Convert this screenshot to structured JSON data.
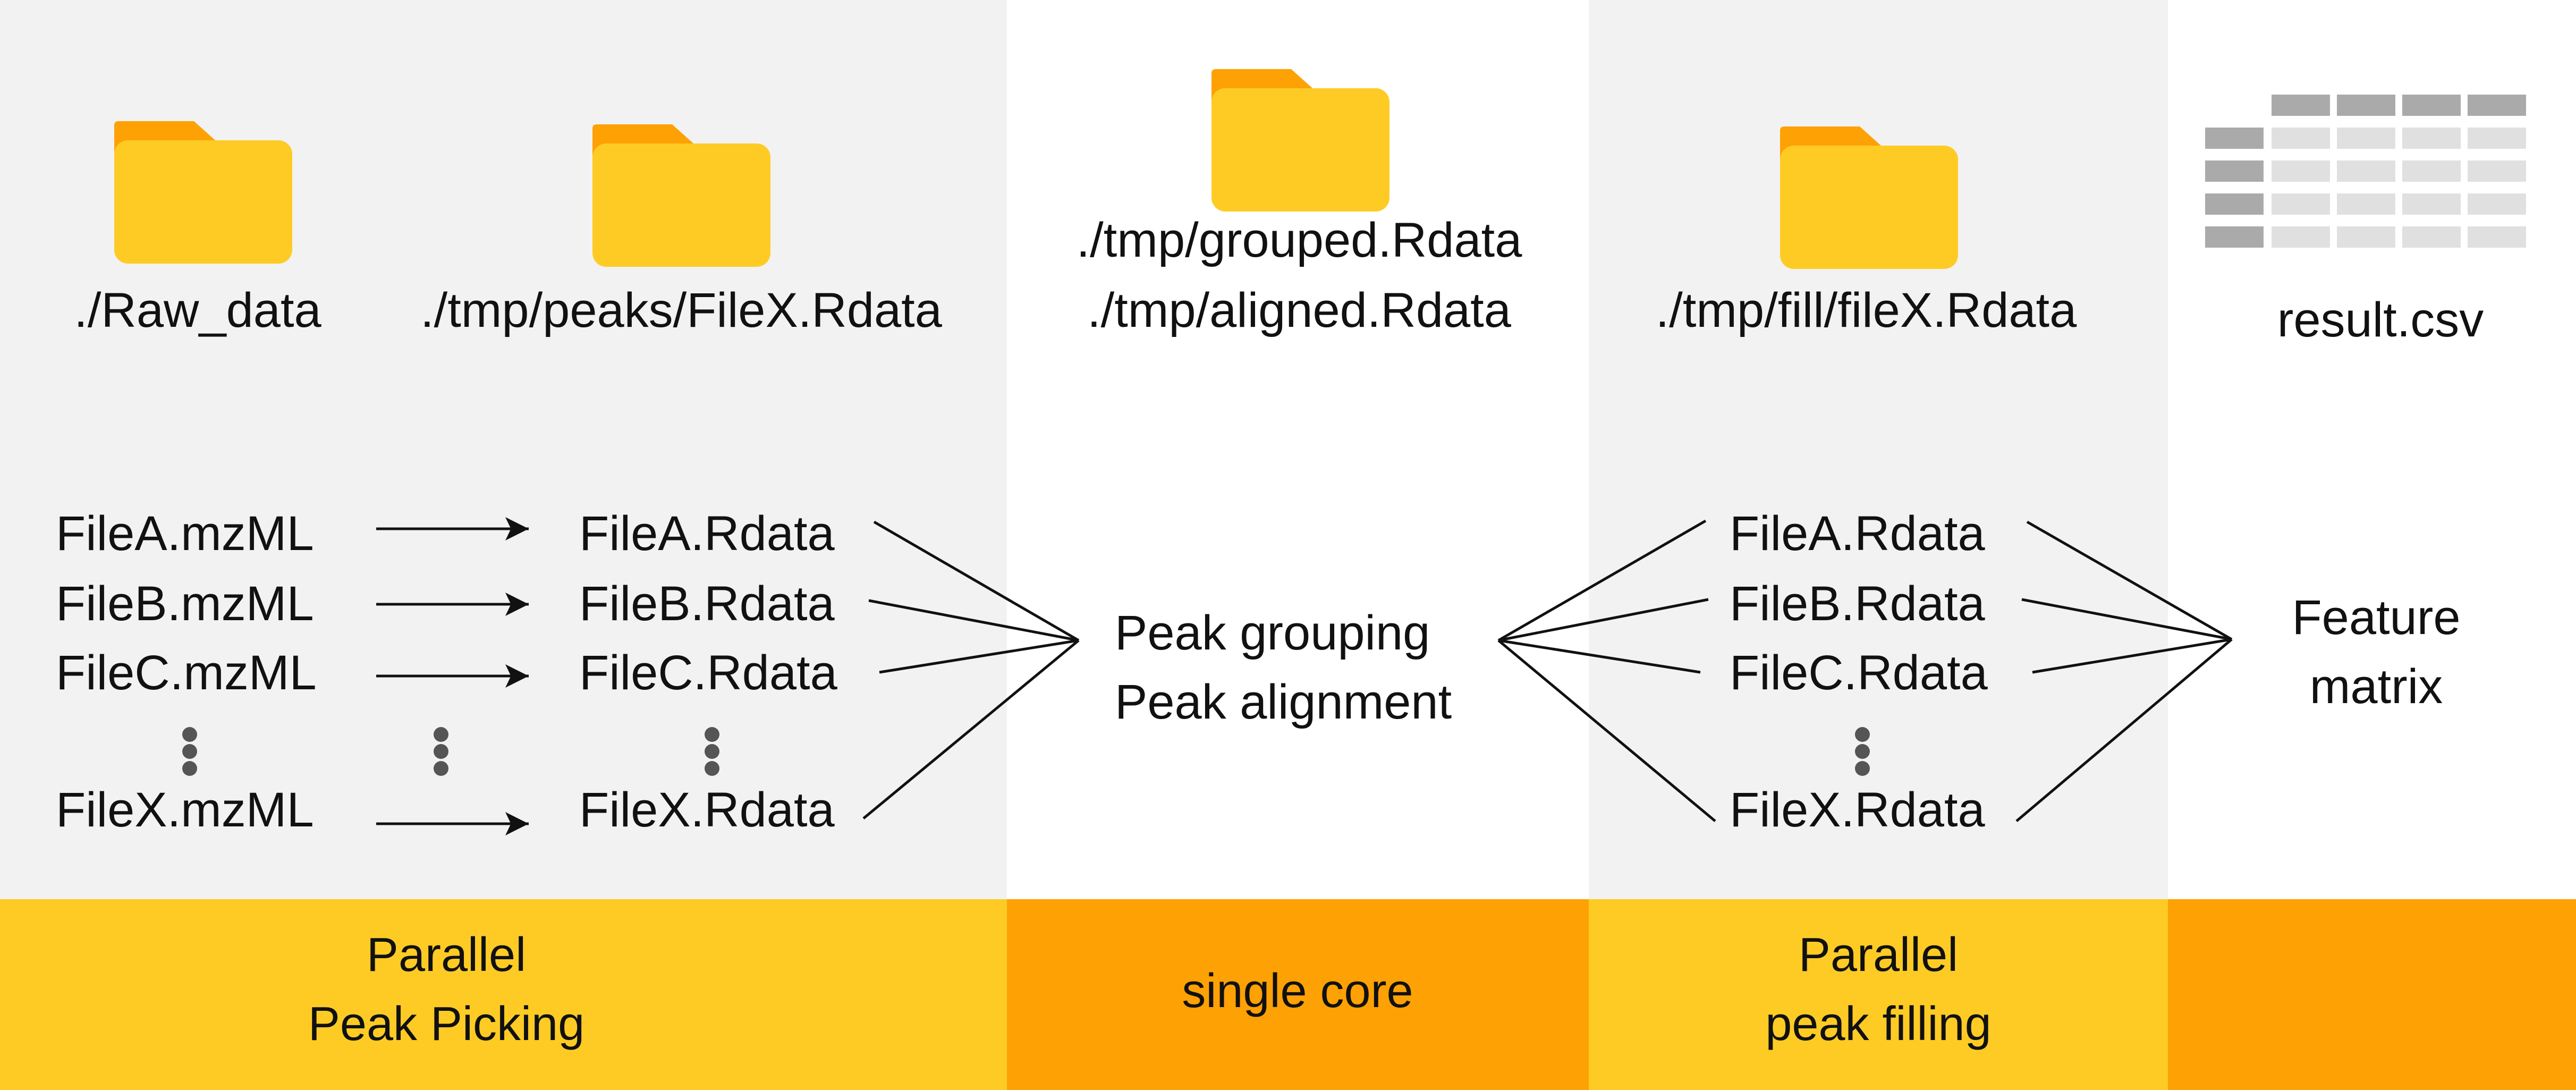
{
  "colors": {
    "panel_gray": "#f2f2f2",
    "panel_white": "#ffffff",
    "footer_yellow": "#fecb25",
    "footer_orange": "#fea104",
    "folder_body": "#fecb25",
    "folder_tab": "#fea104",
    "arrow": "#111111",
    "dots": "#555555",
    "table_header": "#aaaaaa",
    "table_cell": "#e0e0e0"
  },
  "stage_1": {
    "raw_folder_label": "./Raw_data",
    "peaks_folder_label": "./tmp/peaks/FileX.Rdata",
    "inputs": [
      "FileA.mzML",
      "FileB.mzML",
      "FileC.mzML",
      "FileX.mzML"
    ],
    "outputs": [
      "FileA.Rdata",
      "FileB.Rdata",
      "FileC.Rdata",
      "FileX.Rdata"
    ],
    "footer": [
      "Parallel",
      "Peak Picking"
    ]
  },
  "stage_2": {
    "folder_labels": [
      "./tmp/grouped.Rdata",
      "./tmp/aligned.Rdata"
    ],
    "process": [
      "Peak grouping",
      "Peak alignment"
    ],
    "footer": [
      "single core"
    ]
  },
  "stage_3": {
    "folder_label": "./tmp/fill/fileX.Rdata",
    "files": [
      "FileA.Rdata",
      "FileB.Rdata",
      "FileC.Rdata",
      "FileX.Rdata"
    ],
    "footer": [
      "Parallel",
      "peak filling"
    ]
  },
  "stage_4": {
    "table_icon": "table-icon",
    "file_label": "result.csv",
    "result": [
      "Feature",
      "matrix"
    ],
    "footer": []
  }
}
